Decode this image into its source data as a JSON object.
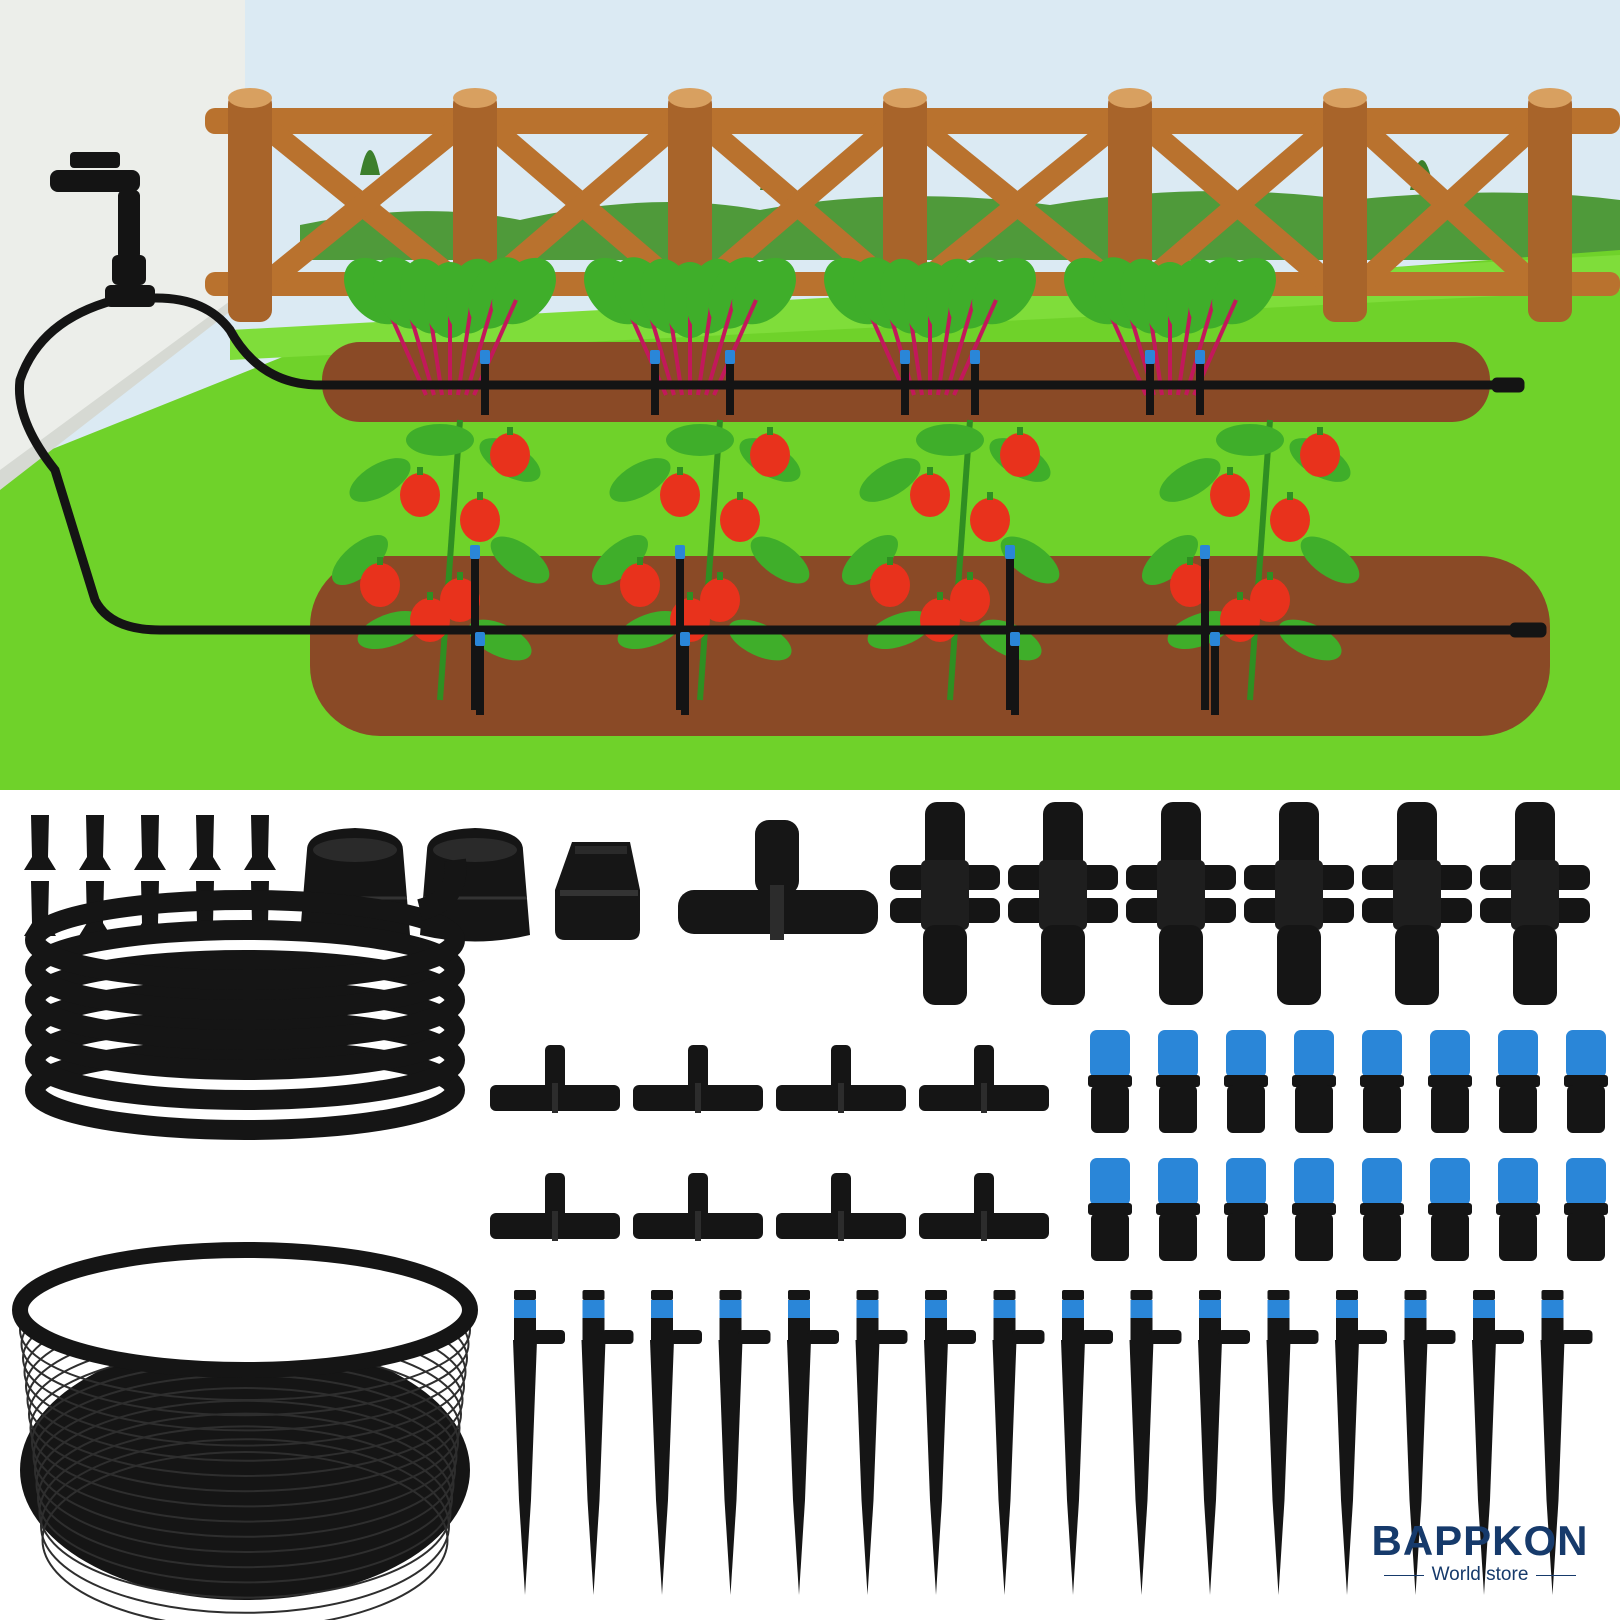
{
  "brand": {
    "name": "BAPPKON",
    "tagline": "World store"
  },
  "colors": {
    "sky": "#dbeaf3",
    "grass": "#6fd22a",
    "soil": "#8a4a26",
    "wood": "#b9722e",
    "tube": "#141414",
    "nozzle_blue": "#2a86d8",
    "pepper_red": "#e8321c",
    "leaf_green": "#3fae2a",
    "brand_blue": "#163a6b"
  },
  "illustration": {
    "items": [
      {
        "name": "wall-icon"
      },
      {
        "name": "faucet-icon"
      },
      {
        "name": "wooden-fence-icon"
      },
      {
        "name": "chard-plant-icon"
      },
      {
        "name": "pepper-plant-icon"
      },
      {
        "name": "drip-tube-icon"
      },
      {
        "name": "soil-bed-icon"
      }
    ]
  },
  "kit_parts": [
    {
      "name": "stopper-plug-icon",
      "count": 10
    },
    {
      "name": "end-cap-icon",
      "count": 2
    },
    {
      "name": "faucet-adapter-icon",
      "count": 1
    },
    {
      "name": "large-tee-connector-icon",
      "count": 1
    },
    {
      "name": "cross-connector-icon",
      "count": 6
    },
    {
      "name": "main-tubing-coil-icon",
      "count": 1
    },
    {
      "name": "small-tee-connector-icon",
      "count": 8
    },
    {
      "name": "blue-drip-emitter-icon",
      "count": 16
    },
    {
      "name": "micro-tubing-coil-icon",
      "count": 1
    },
    {
      "name": "stake-sprayer-icon",
      "count": 16
    }
  ]
}
